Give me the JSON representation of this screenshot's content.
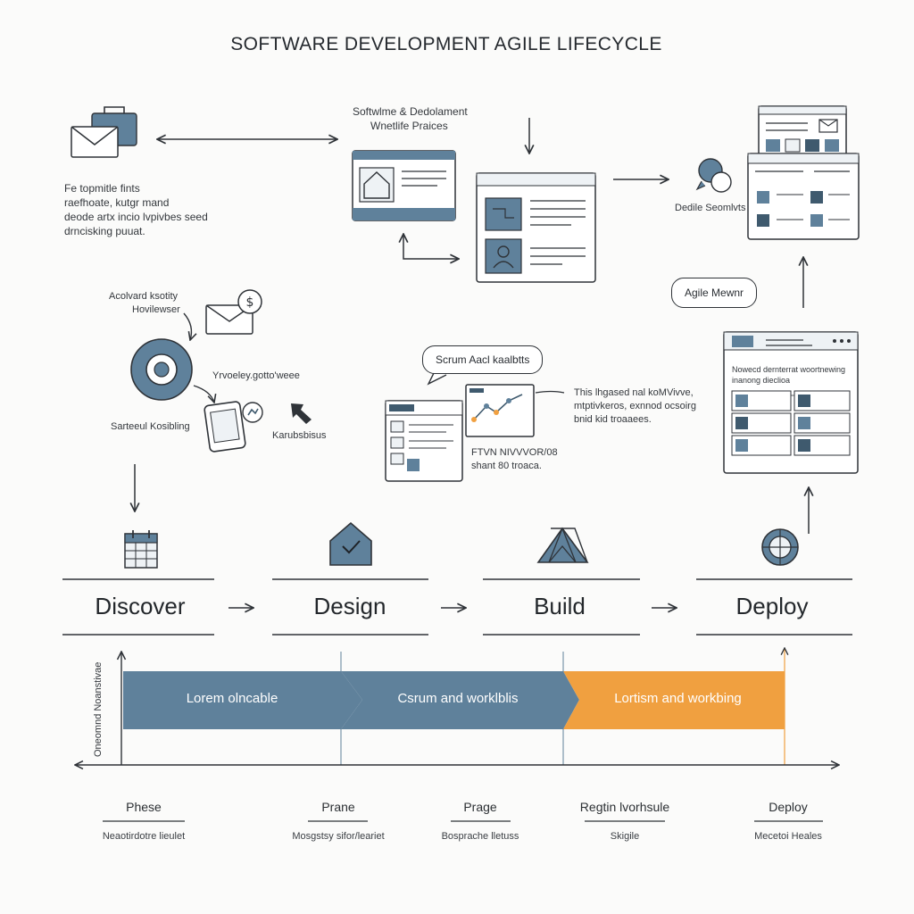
{
  "title": "SOFTWARE DEVELOPMENT AGILE LIFECYCLE",
  "colors": {
    "primary": "#5f819b",
    "primary_dark": "#3f5a6e",
    "accent": "#f0a040",
    "line": "#2f3338",
    "panel_light": "#eef2f5"
  },
  "top_left_note": [
    "Fe topmitle fints",
    "raefhoate, kutgr mand",
    "deode artx incio lvpivbes seed",
    "drncisking puuat."
  ],
  "center_top_label": [
    "Softwlme & Dedolament",
    "Wnetlife Praices"
  ],
  "right_top_label": "Dedile Seomlvts",
  "agile_bubble": "Agile Mewnr",
  "left_mid": {
    "label_top": [
      "Acolvard ksotity",
      "Hovilewser"
    ],
    "label_right": "Yrvoeley.gotto'weee",
    "label_bottom": "Sarteeul Kosibling",
    "label_arrow": "Karubsbisus"
  },
  "scrum_bubble": "Scrum Aacl kaalbtts",
  "scrum_caption": [
    "FTVN NIVVVOR/08",
    "shant 80 troaca."
  ],
  "mid_right_note": [
    "This lhgased nal koMVivve,",
    "mtptivkeros, exnnod ocsoirg",
    "bnid kid troaaees."
  ],
  "dashboard_text": [
    "Nowecd dernterrat woortnewing",
    "inanong dieclioa"
  ],
  "stages": [
    "Discover",
    "Design",
    "Build",
    "Deploy"
  ],
  "stage_icons": [
    "calendar-icon",
    "house-icon",
    "tent-icon",
    "globe-icon"
  ],
  "timeline": {
    "vertical_label": "Oneomnd Noanstivae",
    "segments": [
      {
        "label": "Lorem olncable",
        "color": "#5f819b"
      },
      {
        "label": "Csrum and worklblis",
        "color": "#5f819b"
      },
      {
        "label": "Lortism and workbing",
        "color": "#f0a040"
      }
    ]
  },
  "bottom_phases": [
    {
      "title": "Phese",
      "sub": "Neaotirdotre lieulet"
    },
    {
      "title": "Prane",
      "sub": "Mosgstsy sifor/leariet"
    },
    {
      "title": "Prage",
      "sub": "Bosprache lletuss"
    },
    {
      "title": "Regtin lvorhsule",
      "sub": "Skigile"
    },
    {
      "title": "Deploy",
      "sub": "Mecetoi Heales"
    }
  ]
}
